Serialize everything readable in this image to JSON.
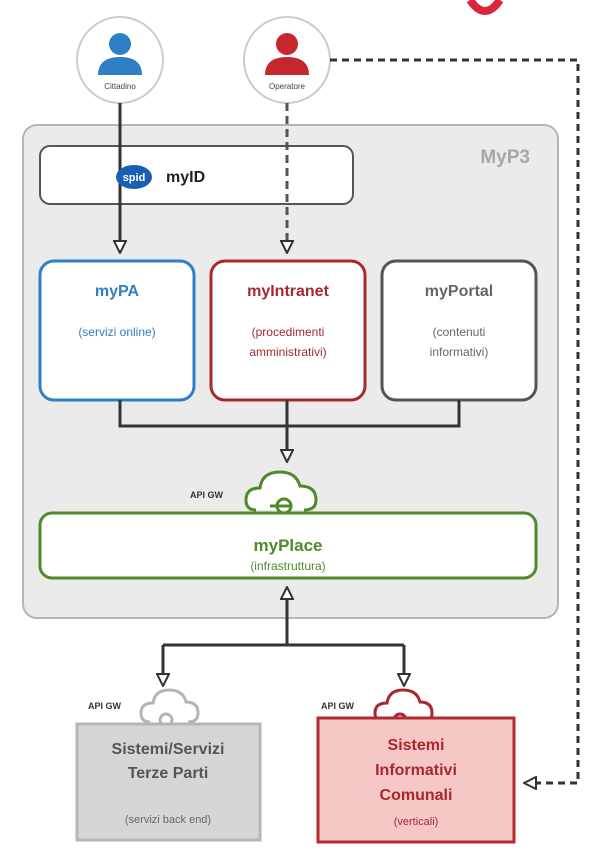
{
  "actors": {
    "citizen": {
      "label": "Cittadino",
      "color": "#2f7fc4"
    },
    "operator": {
      "label": "Operatore",
      "color": "#c8262e"
    }
  },
  "platform": {
    "label": "MyP3"
  },
  "myid": {
    "badge": "spid",
    "label": "myID"
  },
  "modules": {
    "mypa": {
      "title": "myPA",
      "line1": "(servizi online)",
      "line2": "",
      "color": "#2f7fc4"
    },
    "myintranet": {
      "title": "myIntranet",
      "line1": "(procedimenti",
      "line2": "amministrativi)",
      "color": "#a8282e"
    },
    "myportal": {
      "title": "myPortal",
      "line1": "(contenuti",
      "line2": "informativi)",
      "color": "#555555"
    }
  },
  "api_gw_label": "API GW",
  "myplace": {
    "title": "myPlace",
    "subtitle": "(infrastruttura)",
    "color": "#4f8a2b"
  },
  "third_party": {
    "line1": "Sistemi/Servizi",
    "line2": "Terze Parti",
    "subtitle": "(servizi back end)"
  },
  "municipal": {
    "line1": "Sistemi",
    "line2": "Informativi",
    "line3": "Comunali",
    "subtitle": "(verticali)"
  },
  "side_fragment": "e"
}
